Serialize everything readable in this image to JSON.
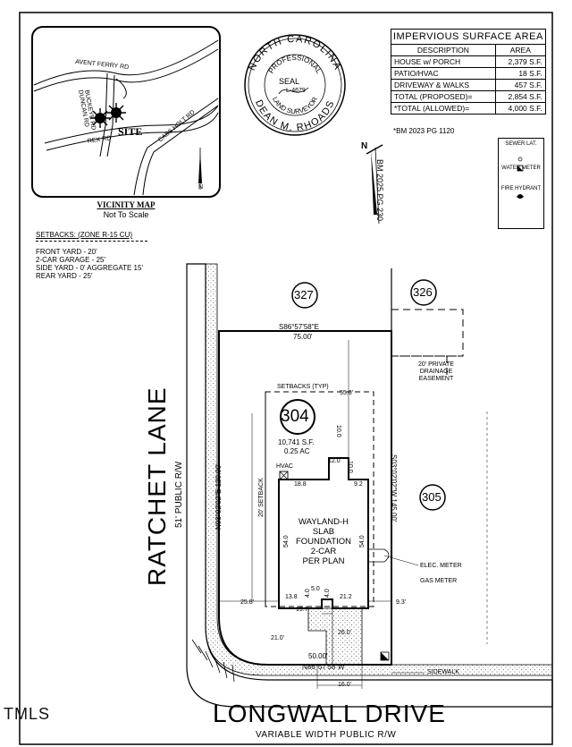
{
  "vicinity_map": {
    "roads": [
      "AVENT FERRY RD",
      "BUCKEYE RD",
      "DUNCAN RD",
      "CASS HOLT RD",
      "REX RD"
    ],
    "site_label": "SITE",
    "title": "VICINITY MAP",
    "subtitle": "Not To Scale",
    "north_label": "N"
  },
  "seal": {
    "outer_top": "NORTH CAROLINA",
    "outer_bottom": "DEAN M. RHOADS",
    "inner_top": "PROFESSIONAL",
    "inner_bottom": "LAND SURVEYOR",
    "center": "SEAL",
    "license": "L-4679"
  },
  "impervious_table": {
    "title": "IMPERVIOUS SURFACE AREA",
    "headers": [
      "DESCRIPTION",
      "AREA"
    ],
    "rows": [
      [
        "HOUSE w/ PORCH",
        "2,379 S.F."
      ],
      [
        "PATIO/HVAC",
        "18 S.F."
      ],
      [
        "DRIVEWAY & WALKS",
        "457 S.F."
      ],
      [
        "TOTAL (PROPOSED)=",
        "2,854 S.F."
      ],
      [
        "*TOTAL (ALLOWED)=",
        "4,000 S.F."
      ]
    ],
    "footnote": "*BM 2023 PG 1120"
  },
  "north_arrow_label": "N",
  "bm_reference": "BM 2025 PG 230",
  "legend": {
    "sewer": "SEWER LAT.",
    "water": "WATER METER",
    "hydrant": "FIRE HYDRANT"
  },
  "setbacks": {
    "title": "SETBACKS: (ZONE R-15 CU)",
    "lines": [
      "FRONT YARD - 20'",
      "2-CAR GARAGE - 25'",
      "SIDE YARD - 0' AGGREGATE 15'",
      "REAR YARD - 25'"
    ]
  },
  "lots": {
    "north": "327",
    "east_north": "326",
    "subject": "304",
    "east": "305"
  },
  "street_west": {
    "name": "RATCHET LANE",
    "row": "51' PUBLIC R/W"
  },
  "street_south": {
    "name": "LONGWALL DRIVE",
    "row": "VARIABLE WIDTH PUBLIC R/W"
  },
  "bearings": {
    "north": "S86°57'58\"E",
    "north_dist": "75.00'",
    "south": "N86°57'58\"W",
    "south_dist": "50.00'",
    "west": "N03°02'02\"E  120.00'",
    "east": "S03°02'02\"W  145.00'"
  },
  "lot_info": {
    "area_sf": "10,741 S.F.",
    "area_ac": "0.25 AC"
  },
  "easement": "20' PRIVATE DRAINAGE EASEMENT",
  "setback_typ": "SETBACKS (TYP)",
  "setback_20": "20' SETBACK",
  "hvac": "HVAC",
  "house": [
    "WAYLAND-H",
    "SLAB",
    "FOUNDATION",
    "2-CAR",
    "PER PLAN"
  ],
  "dims": {
    "d55": "55.0'",
    "d12": "12.0",
    "d10a": "10.0",
    "d10b": "10.0",
    "d188": "18.8",
    "d92": "9.2",
    "d54a": "54.0",
    "d54b": "54.0",
    "d50": "5.0",
    "d138": "13.8",
    "d40a": "4.0",
    "d40b": "4.0",
    "d212": "21.2",
    "d197": "19.7",
    "d258": "25.8'",
    "d93": "9.3'",
    "d210": "21.0'",
    "d260": "26.0'",
    "d160": "16.0'"
  },
  "elec_meter": "ELEC. METER",
  "gas_meter": "GAS METER",
  "sidewalk": "SIDEWALK",
  "watermark": "TMLS"
}
